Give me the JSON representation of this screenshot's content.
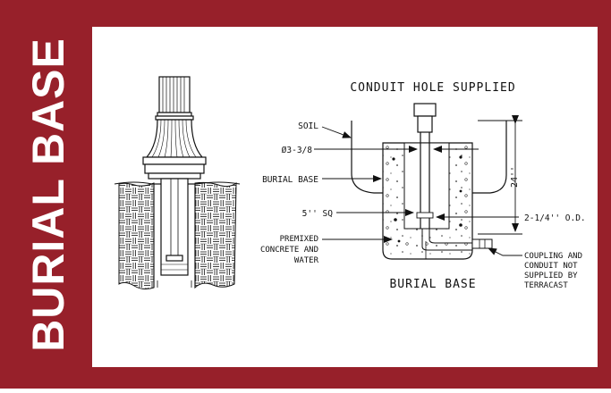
{
  "title": "BURIAL BASE",
  "colors": {
    "border": "#97202a",
    "line": "#111111",
    "panel": "#ffffff"
  },
  "diagram": {
    "heading": "CONDUIT HOLE SUPPLIED",
    "labels": {
      "soil": "SOIL",
      "diameter": "Ø3-3/8",
      "burial_base": "BURIAL BASE",
      "square": "5'' SQ",
      "concrete": [
        "PREMIXED",
        "CONCRETE AND",
        "WATER"
      ],
      "outer_diameter": "2-1/4'' O.D.",
      "coupling": [
        "COUPLING AND",
        "CONDUIT NOT",
        "SUPPLIED BY",
        "TERRACAST"
      ],
      "depth": "24''",
      "caption": "BURIAL BASE"
    }
  }
}
